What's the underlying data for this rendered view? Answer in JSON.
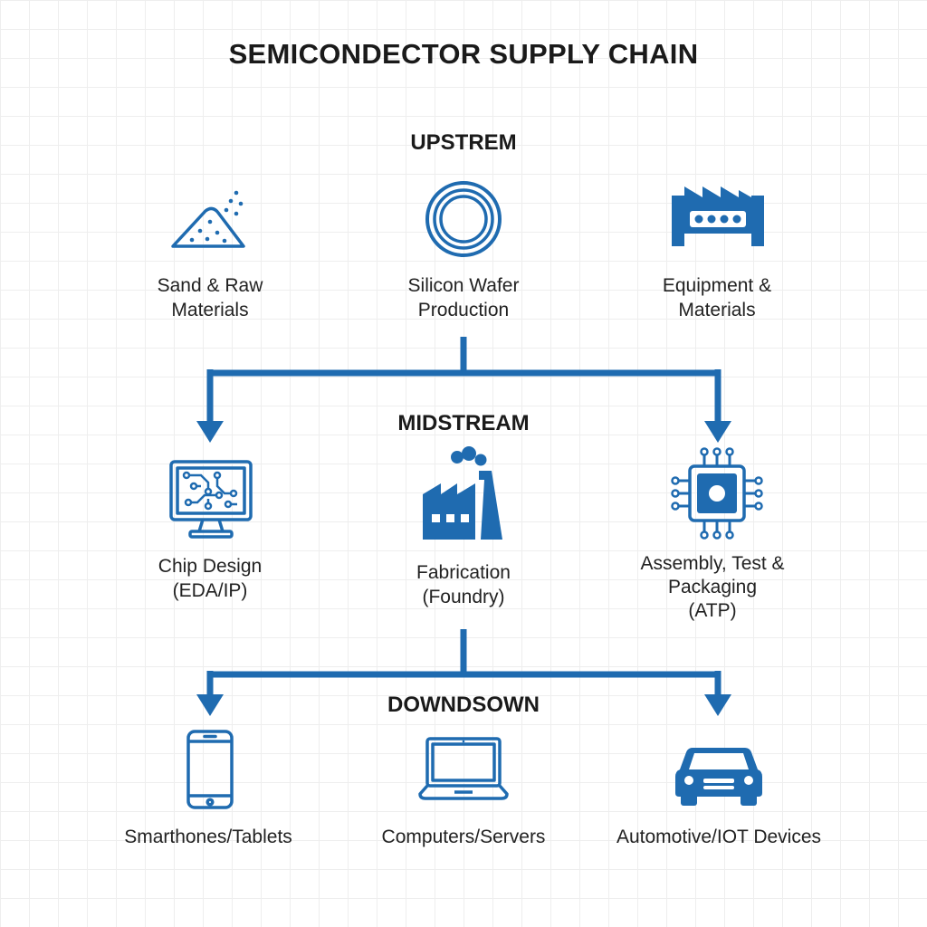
{
  "title": "SEMICONDECTOR SUPPLY CHAIN",
  "colors": {
    "accent": "#1f6bb0",
    "text": "#1a1a1a",
    "grid": "#eeeeee"
  },
  "stages": {
    "upstream": {
      "label": "UPSTREM",
      "items": [
        {
          "label": "Sand & Raw\nMaterials",
          "icon": "sand-pile-icon"
        },
        {
          "label": "Silicon Wafer\nProduction",
          "icon": "silicon-wafer-icon"
        },
        {
          "label": "Equipment &\nMaterials",
          "icon": "equipment-icon"
        }
      ]
    },
    "midstream": {
      "label": "MIDSTREAM",
      "items": [
        {
          "label": "Chip Design\n(EDA/IP)",
          "icon": "monitor-circuit-icon"
        },
        {
          "label": "Fabrication\n(Foundry)",
          "icon": "factory-icon"
        },
        {
          "label": "Assembly, Test &\nPackaging\n(ATP)",
          "icon": "microchip-icon"
        }
      ]
    },
    "downstream": {
      "label": "DOWNDSOWN",
      "items": [
        {
          "label": "Smarthones/Tablets",
          "icon": "smartphone-icon"
        },
        {
          "label": "Computers/Servers",
          "icon": "laptop-icon"
        },
        {
          "label": "Automotive/IOT Devices",
          "icon": "car-icon"
        }
      ]
    }
  }
}
